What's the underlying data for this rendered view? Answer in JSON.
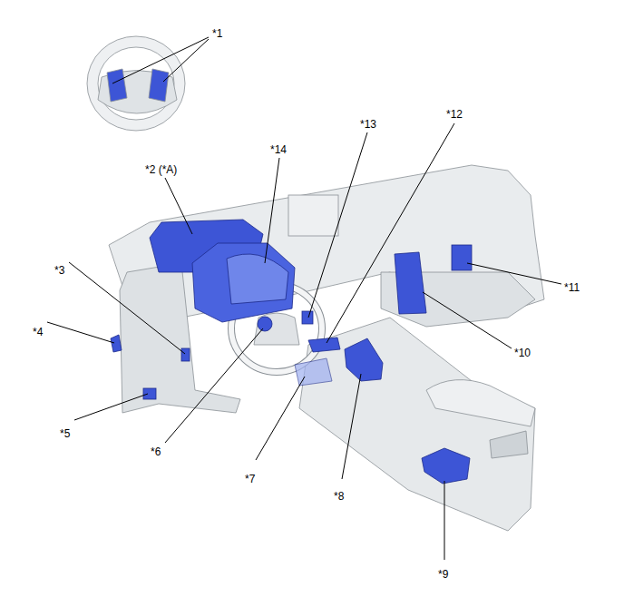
{
  "diagram": {
    "labels": [
      "*1",
      "*2 (*A)",
      "*14",
      "*13",
      "*12",
      "*3",
      "*4",
      "*11",
      "*10",
      "*5",
      "*6",
      "*7",
      "*8",
      "*9"
    ]
  }
}
